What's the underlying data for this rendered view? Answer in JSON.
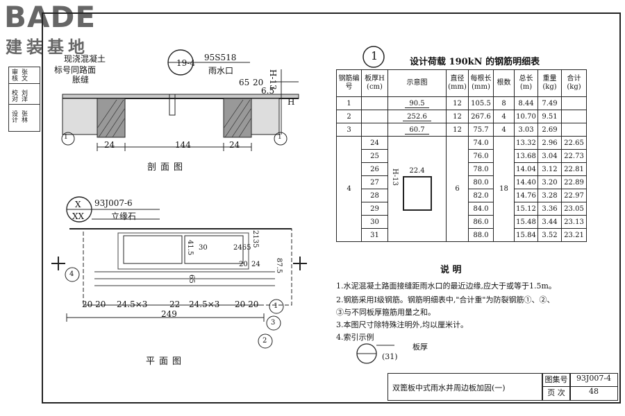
{
  "logo": {
    "main": "BADE",
    "sub": "建装基地"
  },
  "side_labels": [
    "审核",
    "校对",
    "设计"
  ],
  "side_labels2": [
    "张文",
    "刘洋",
    "张林"
  ],
  "section": {
    "callout_top": "19-4",
    "ref_95S518": "95S518",
    "label_rain": "雨水口",
    "label_curb": "现浇混凝土",
    "label_surface": "标号同路面",
    "label_joint": "胀缝",
    "dim_65": "65",
    "dim_20": "20",
    "dim_H13": "H-13",
    "dim_6_5": "6.5",
    "dim_H": "H",
    "dim_24a": "24",
    "dim_144": "144",
    "dim_24b": "24",
    "marker_1": "1",
    "caption": "剖面图"
  },
  "plan": {
    "callout_x": "X",
    "callout_xx": "XX",
    "ref": "93J007-6",
    "label": "立缘石",
    "dim_2465": "2465",
    "dim_2135": "2135",
    "dim_30": "30",
    "dim_415": "41.5",
    "dim_20": "20",
    "dim_24": "24",
    "dim_875": "87.5",
    "dim_65": "65",
    "dim_245x3a": "24.5×3",
    "dim_22": "22",
    "dim_245x3b": "24.5×3",
    "dim_2020a": "20 20",
    "dim_2020b": "20 20",
    "dim_249": "249",
    "markers": [
      "4",
      "1",
      "3",
      "2"
    ],
    "caption": "平面图"
  },
  "table_title": "设计荷载 190kN 的钢筋明细表",
  "table_num": "1",
  "table": {
    "headers": [
      "钢筋编号",
      "板厚H (cm)",
      "示意图",
      "直径 (mm)",
      "每根长 (mm)",
      "根数",
      "总长 (m)",
      "重量 (kg)",
      "合计 (kg)"
    ],
    "rows": [
      {
        "id": "1",
        "h": "",
        "shape": "90.5",
        "d": "12",
        "len": "105.5",
        "n": "8",
        "total": "8.44",
        "w": "7.49",
        "sum": ""
      },
      {
        "id": "2",
        "h": "",
        "shape": "252.6",
        "d": "12",
        "len": "267.6",
        "n": "4",
        "total": "10.70",
        "w": "9.51",
        "sum": ""
      },
      {
        "id": "3",
        "h": "",
        "shape": "60.7",
        "d": "12",
        "len": "75.7",
        "n": "4",
        "total": "3.03",
        "w": "2.69",
        "sum": ""
      }
    ],
    "group4": {
      "id": "4",
      "d": "6",
      "n": "18",
      "shape_top": "22.4",
      "shape_side": "H-13",
      "rows": [
        {
          "h": "24",
          "len": "74.0",
          "total": "13.32",
          "w": "2.96",
          "sum": "22.65"
        },
        {
          "h": "25",
          "len": "76.0",
          "total": "13.68",
          "w": "3.04",
          "sum": "22.73"
        },
        {
          "h": "26",
          "len": "78.0",
          "total": "14.04",
          "w": "3.12",
          "sum": "22.81"
        },
        {
          "h": "27",
          "len": "80.0",
          "total": "14.40",
          "w": "3.20",
          "sum": "22.89"
        },
        {
          "h": "28",
          "len": "82.0",
          "total": "14.76",
          "w": "3.28",
          "sum": "22.97"
        },
        {
          "h": "29",
          "len": "84.0",
          "total": "15.12",
          "w": "3.36",
          "sum": "23.05"
        },
        {
          "h": "30",
          "len": "86.0",
          "total": "15.48",
          "w": "3.44",
          "sum": "23.13"
        },
        {
          "h": "31",
          "len": "88.0",
          "total": "15.84",
          "w": "3.52",
          "sum": "23.21"
        }
      ]
    }
  },
  "notes_title": "说    明",
  "notes": [
    "1.水泥混凝土路面接缝距雨水口的最近边缘,应大于或等于1.5m。",
    "2.钢筋采用Ⅰ级钢筋。钢筋明细表中,\"合计重\"为防裂钢筋①、②、",
    "   ③与不同板厚箍筋用量之和。",
    "3.本图尺寸除特殊注明外,均以厘米计。",
    "4.索引示例"
  ],
  "index_example": {
    "label": "板厚",
    "value": "(31)"
  },
  "title_block": {
    "name": "双篦板中式雨水井周边板加固(一)",
    "atlas_label": "图集号",
    "atlas": "93J007-4",
    "page_label": "页 次",
    "page": "48"
  }
}
